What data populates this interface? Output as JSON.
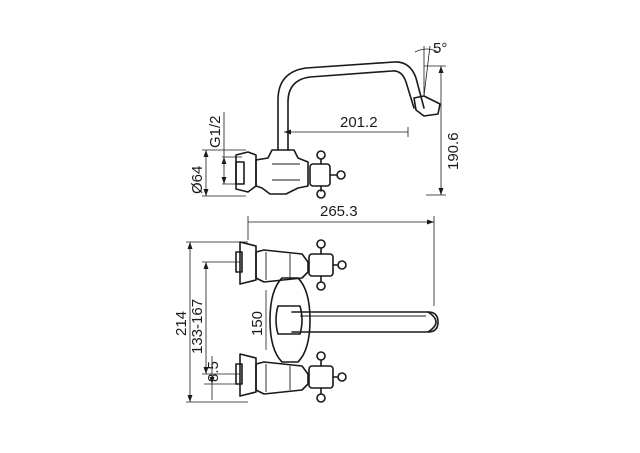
{
  "dims": {
    "angle": "5°",
    "reach": "201.2",
    "height": "190.6",
    "thread": "G1/2",
    "flange_diameter": "Ø64",
    "width": "265.3",
    "total_height": "214",
    "center_range": "133-167",
    "offset": "8.5",
    "spout_height": "150"
  }
}
